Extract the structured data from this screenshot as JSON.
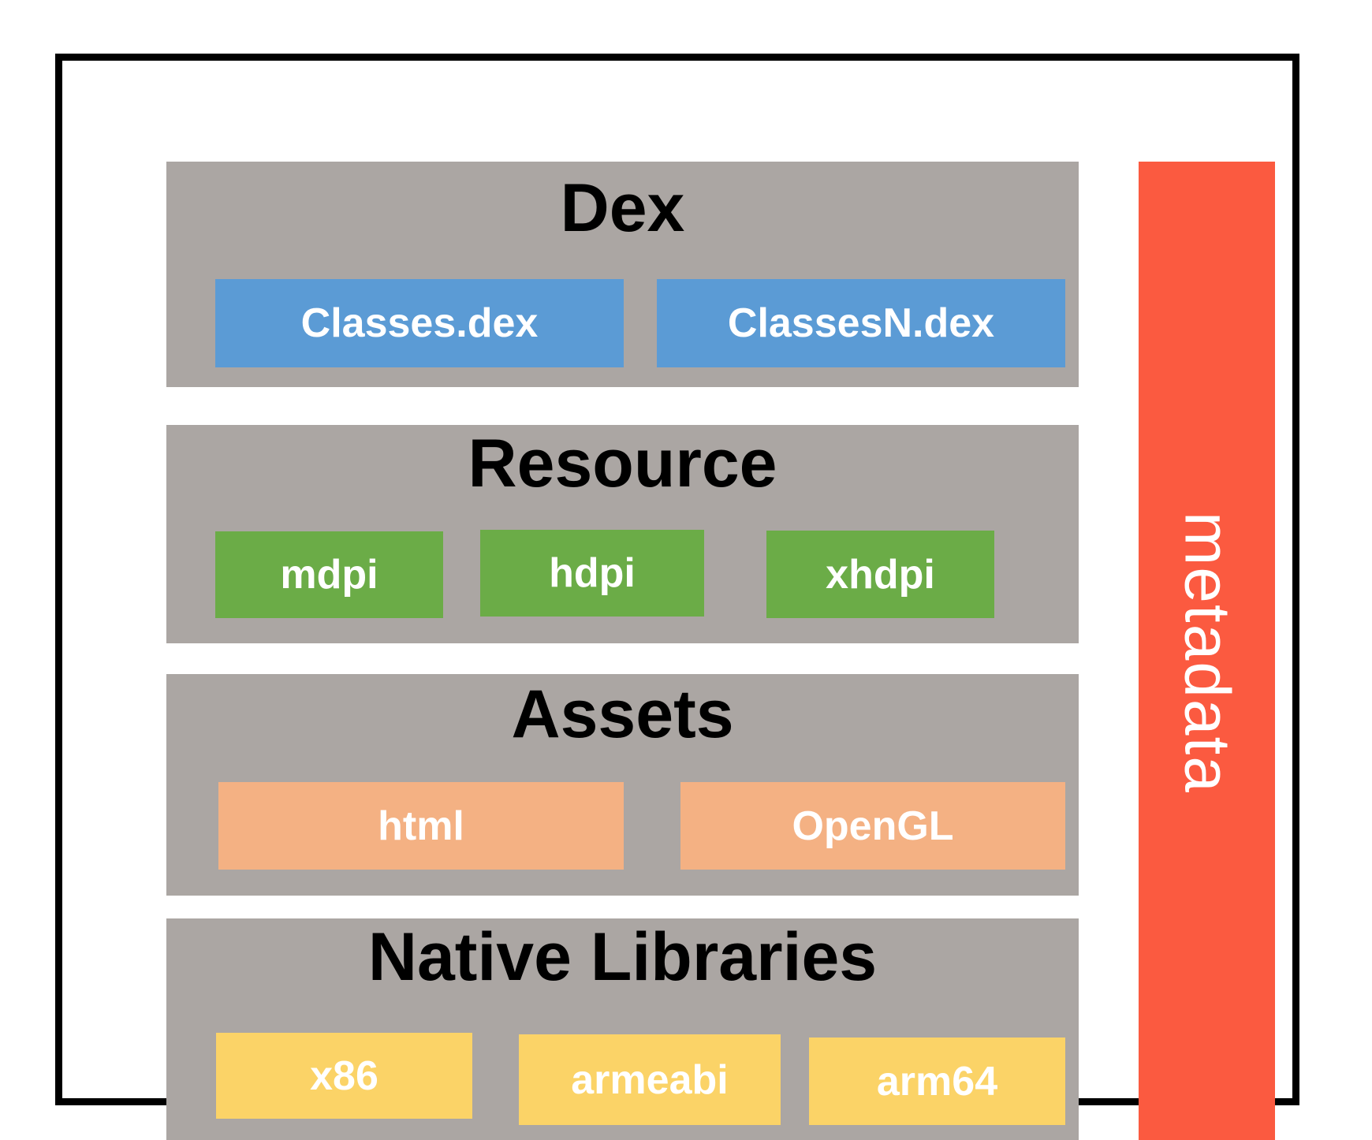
{
  "colors": {
    "background": "#ffffff",
    "frame_border": "#000000",
    "section_bg": "#aba6a3",
    "title_text": "#000000",
    "box_text": "#ffffff",
    "dex_box": "#5b9bd5",
    "resource_box": "#6bac47",
    "assets_box": "#f4b183",
    "native_box": "#fbd367",
    "metadata_bar": "#fb5a40"
  },
  "sections": [
    {
      "title": "Dex",
      "items": [
        "Classes.dex",
        "ClassesN.dex"
      ]
    },
    {
      "title": "Resource",
      "items": [
        "mdpi",
        "hdpi",
        "xhdpi"
      ]
    },
    {
      "title": "Assets",
      "items": [
        "html",
        "OpenGL"
      ]
    },
    {
      "title": "Native Libraries",
      "items": [
        "x86",
        "armeabi",
        "arm64"
      ]
    }
  ],
  "metadata_label": "metadata"
}
